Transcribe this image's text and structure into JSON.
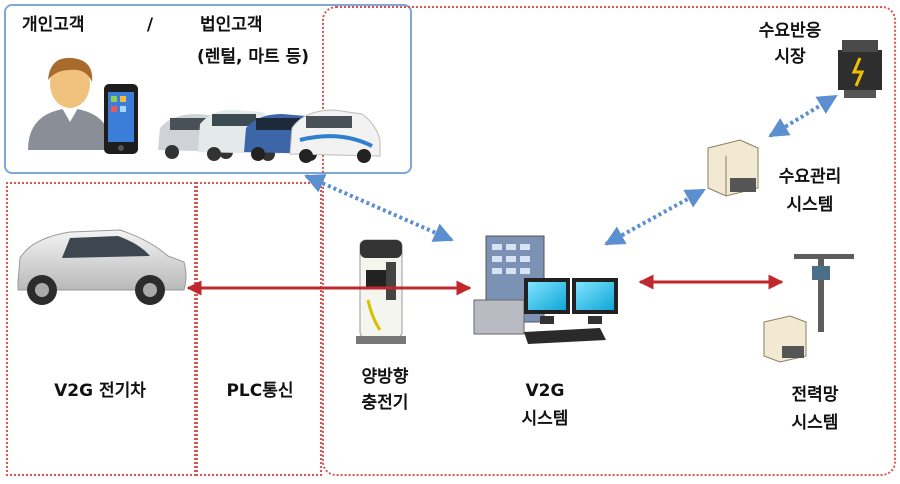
{
  "customers": {
    "individual": "개인고객",
    "separator": "/",
    "corporate": "법인고객",
    "corporate_examples": "(렌털, 마트 등)"
  },
  "nodes": {
    "ev": "V2G 전기차",
    "plc": "PLC통신",
    "charger": [
      "양방향",
      "충전기"
    ],
    "v2g_system": [
      "V2G",
      "시스템"
    ],
    "demand_market": [
      "수요반응",
      "시장"
    ],
    "demand_mgmt": [
      "수요관리",
      "시스템"
    ],
    "grid": [
      "전력망",
      "시스템"
    ]
  },
  "colors": {
    "red_arrow": "#c0282d",
    "blue_dotted": "#5b8fd0",
    "frame_blue": "#7fa6d8",
    "frame_red": "#d9534f"
  },
  "icons": [
    "person-icon",
    "smartphone-icon",
    "car-icon",
    "charger-icon",
    "computer-icon",
    "server-icon",
    "transformer-icon",
    "utility-pole-icon"
  ]
}
